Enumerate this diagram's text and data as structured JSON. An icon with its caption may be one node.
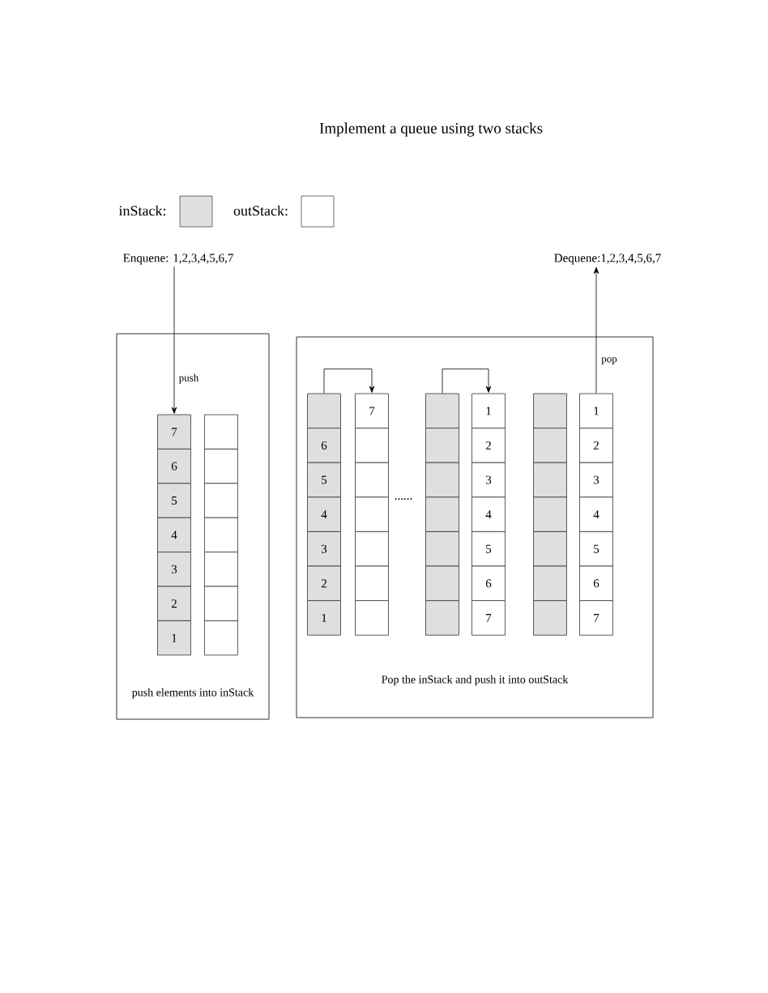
{
  "diagram": {
    "title": "Implement a queue using two stacks",
    "nodes": [
      {
        "text": [
          "push elements into inStack"
        ]
      },
      {
        "text": [
          "Pop the inStack and push it into outStack"
        ]
      },
      {
        "text": [
          "Enquene: 1,2,3,4,5,6,7"
        ]
      },
      {
        "text": [
          "Dequene:1,2,3,4,5,6,7"
        ]
      },
      {
        "text": [
          "7"
        ],
        "in": 0
      },
      {
        "text": [
          "6"
        ],
        "in": 0
      },
      {
        "text": [
          "5"
        ],
        "in": 0
      },
      {
        "text": [
          "4"
        ],
        "in": 0
      },
      {
        "text": [
          "3"
        ],
        "in": 0
      },
      {
        "text": [
          "2"
        ],
        "in": 0
      },
      {
        "text": [
          "1"
        ],
        "in": 0
      },
      {
        "text": [],
        "shape": "box",
        "in": 0
      },
      {
        "text": [],
        "shape": "box",
        "in": 0
      },
      {
        "text": [],
        "shape": "box",
        "in": 0
      },
      {
        "text": [],
        "shape": "box",
        "in": 0
      },
      {
        "text": [],
        "shape": "box",
        "in": 0
      },
      {
        "text": [],
        "shape": "box",
        "in": 0
      },
      {
        "text": [],
        "shape": "box",
        "in": 0
      },
      {
        "text": [],
        "shape": "box",
        "in": 1
      },
      {
        "text": [
          "6"
        ],
        "in": 1
      },
      {
        "text": [
          "5"
        ],
        "in": 1
      },
      {
        "text": [
          "4"
        ],
        "in": 1
      },
      {
        "text": [
          "3"
        ],
        "in": 1
      },
      {
        "text": [
          "2"
        ],
        "in": 1
      },
      {
        "text": [
          "1"
        ],
        "in": 1
      },
      {
        "text": [
          "7"
        ],
        "in": 1
      },
      {
        "text": [],
        "shape": "box",
        "in": 1
      },
      {
        "text": [],
        "shape": "box",
        "in": 1
      },
      {
        "text": [],
        "shape": "box",
        "in": 1
      },
      {
        "text": [],
        "shape": "box",
        "in": 1
      },
      {
        "text": [],
        "shape": "box",
        "in": 1
      },
      {
        "text": [],
        "shape": "box",
        "in": 1
      },
      {
        "text": [],
        "shape": "box",
        "in": 1
      },
      {
        "text": [],
        "shape": "box",
        "in": 1
      },
      {
        "text": [],
        "shape": "box",
        "in": 1
      },
      {
        "text": [],
        "shape": "box",
        "in": 1
      },
      {
        "text": [],
        "shape": "box",
        "in": 1
      },
      {
        "text": [],
        "shape": "box",
        "in": 1
      },
      {
        "text": [],
        "shape": "box",
        "in": 1
      },
      {
        "text": [
          "1"
        ],
        "in": 1
      },
      {
        "text": [
          "2"
        ],
        "in": 1
      },
      {
        "text": [
          "3"
        ],
        "in": 1
      },
      {
        "text": [
          "4"
        ],
        "in": 1
      },
      {
        "text": [
          "5"
        ],
        "in": 1
      },
      {
        "text": [
          "6"
        ],
        "in": 1
      },
      {
        "text": [
          "7"
        ],
        "in": 1
      },
      {
        "text": [],
        "shape": "box",
        "in": 1
      },
      {
        "text": [],
        "shape": "box",
        "in": 1
      },
      {
        "text": [],
        "shape": "box",
        "in": 1
      },
      {
        "text": [],
        "shape": "box",
        "in": 1
      },
      {
        "text": [],
        "shape": "box",
        "in": 1
      },
      {
        "text": [],
        "shape": "box",
        "in": 1
      },
      {
        "text": [],
        "shape": "box",
        "in": 1
      },
      {
        "text": [
          "1"
        ],
        "in": 1
      },
      {
        "text": [
          "2"
        ],
        "in": 1
      },
      {
        "text": [
          "3"
        ],
        "in": 1
      },
      {
        "text": [
          "4"
        ],
        "in": 1
      },
      {
        "text": [
          "5"
        ],
        "in": 1
      },
      {
        "text": [
          "6"
        ],
        "in": 1
      },
      {
        "text": [
          "7"
        ],
        "in": 1
      }
    ],
    "edges": [
      {
        "from": 2,
        "to": 4,
        "arrow": "to",
        "label": "push"
      },
      {
        "from": 18,
        "to": 25,
        "arrow": "to"
      },
      {
        "from": 32,
        "to": 39,
        "arrow": "to"
      },
      {
        "from": 53,
        "to": 3,
        "arrow": "to",
        "label": "pop"
      }
    ],
    "labels": [
      "......"
    ],
    "legend": [
      {
        "text": "inStack:",
        "color": "#e0e0e0"
      },
      {
        "text": "outStack:"
      }
    ]
  }
}
